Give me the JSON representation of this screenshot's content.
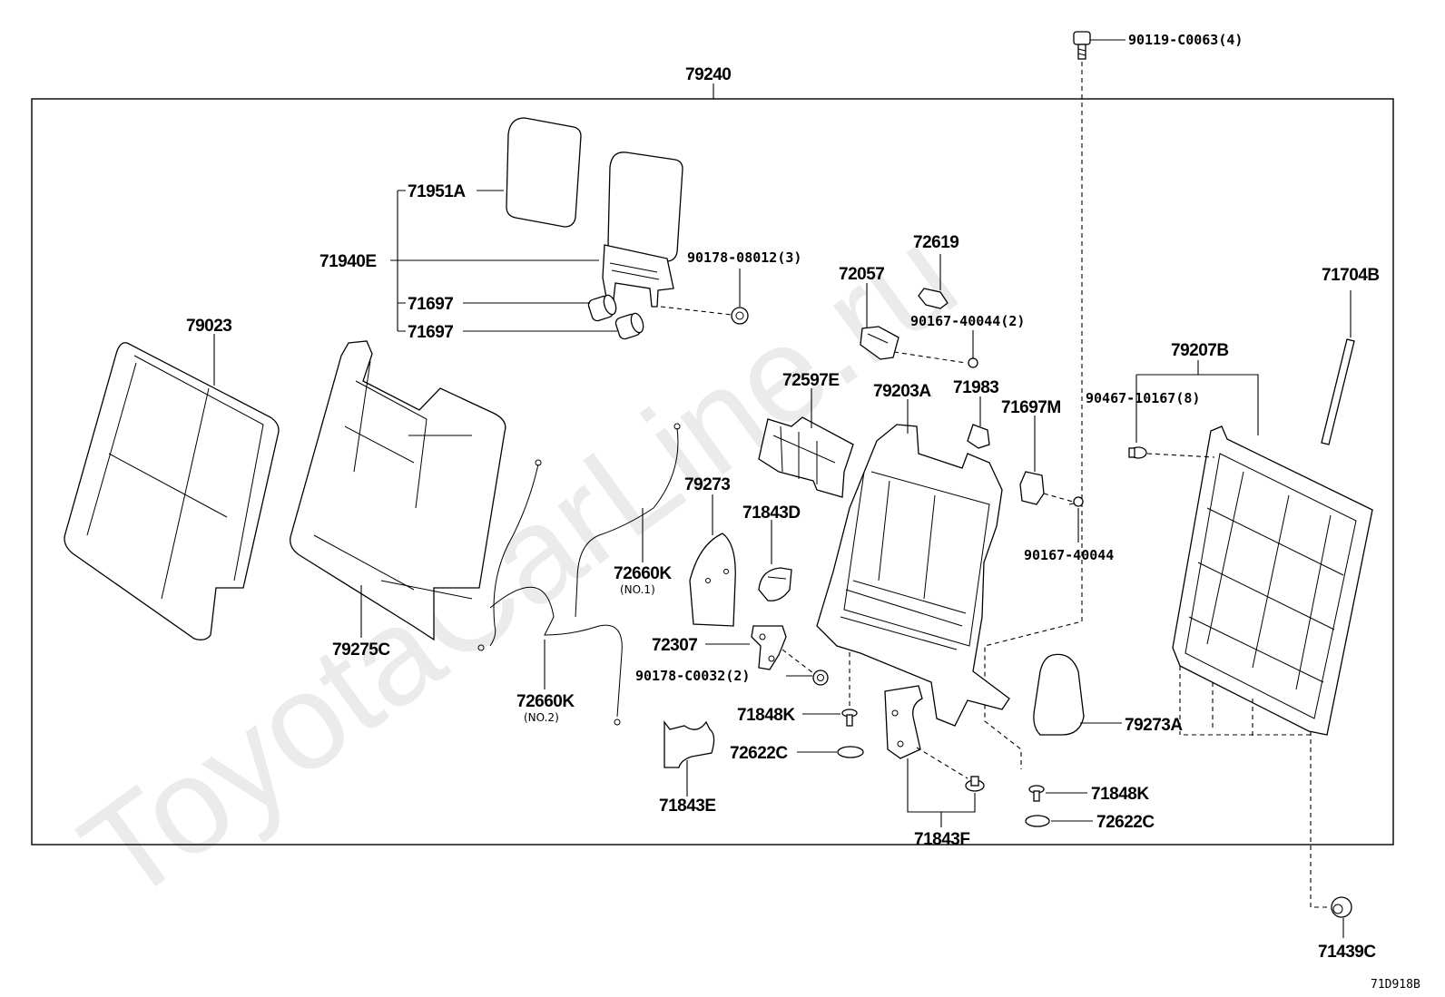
{
  "watermark": "ToyotaCarLine.ru",
  "diagram_ref": "71D918B",
  "parts": {
    "frame": "79240",
    "bolt_top": "90119-C0063(4)",
    "headrest": "71951A",
    "headrest_assy": "71940E",
    "guide_a": "71697",
    "guide_b": "71697",
    "nut_headrest": "90178-08012(3)",
    "pad_cover": "79023",
    "pad": "79275C",
    "lock_cover": "72057",
    "bracket_72619": "72619",
    "screw_2": "90167-40044(2)",
    "cover_71983": "71983",
    "lock_assy": "72597E",
    "seatback_frame": "79203A",
    "knob_71697m": "71697M",
    "screw_1": "90167-40044",
    "board": "79207B",
    "clip_8": "90467-10167(8)",
    "strip": "71704B",
    "cover_79273": "79273",
    "cover_71843d": "71843D",
    "cable_1": "72660K",
    "cable_1_note": "(NO.1)",
    "cable_2": "72660K",
    "cable_2_note": "(NO.2)",
    "lever": "72307",
    "nut_2": "90178-C0032(2)",
    "cap_left": "71848K",
    "washer_left": "72622C",
    "cover_71843e": "71843E",
    "cover_79273a": "79273A",
    "cap_right": "71848K",
    "washer_right": "72622C",
    "bracket_71843f": "71843F",
    "clip_71439c": "71439C"
  }
}
